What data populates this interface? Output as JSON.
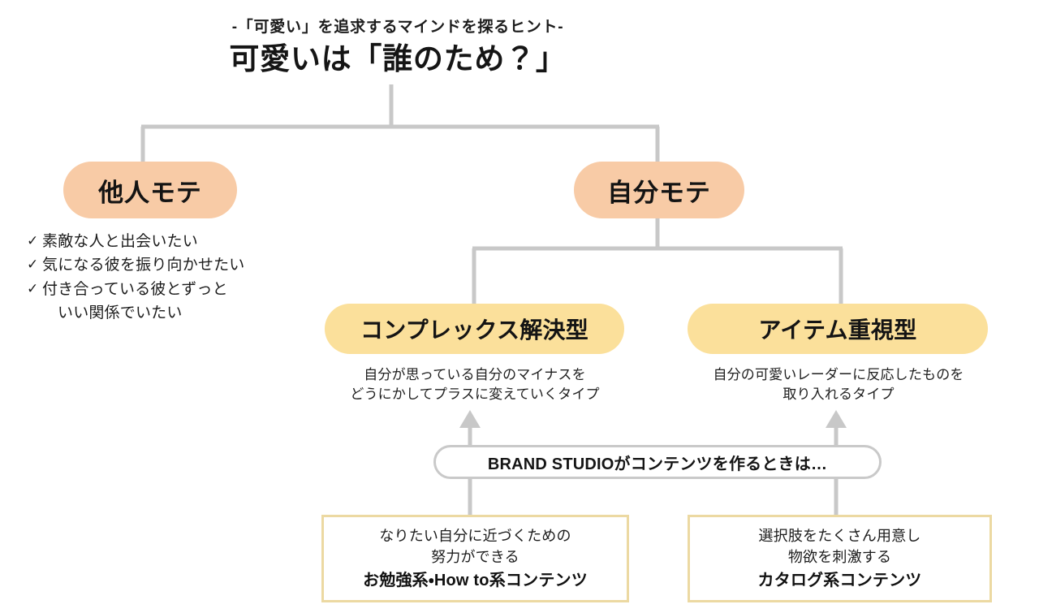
{
  "title": {
    "subtitle": "‐「可愛い」を追求するマインドを探るヒント‐",
    "main": "可愛いは「誰のため？」"
  },
  "nodes": {
    "other_focused": {
      "label": "他人モテ",
      "color": "#f8cba6",
      "checklist": [
        "素敵な人と出会いたい",
        "気になる彼を振り向かせたい",
        "付き合っている彼とずっと",
        "いい関係でいたい"
      ],
      "check_symbol": "✓"
    },
    "self_focused": {
      "label": "自分モテ",
      "color": "#f8cba6"
    },
    "complex_solving": {
      "label": "コンプレックス解決型",
      "color": "#fbe09b",
      "description": "自分が思っている自分のマイナスを\nどうにかしてプラスに変えていくタイプ"
    },
    "item_focused": {
      "label": "アイテム重視型",
      "color": "#fbe09b",
      "description": "自分の可愛いレーダーに反応したものを\n取り入れるタイプ"
    }
  },
  "banner": {
    "label": "BRAND STUDIOがコンテンツを作るときは…",
    "border_color": "#c9c9c9"
  },
  "content_boxes": [
    {
      "lines": "なりたい自分に近づくための\n努力ができる",
      "emphasis": "お勉強系・How to系コンテンツ",
      "border_color": "#ecd9a2"
    },
    {
      "lines": "選択肢をたくさん用意し\n物欲を刺激する",
      "emphasis": "カタログ系コンテンツ",
      "border_color": "#ecd9a2"
    }
  ],
  "connector_color": "#c8c8c8"
}
